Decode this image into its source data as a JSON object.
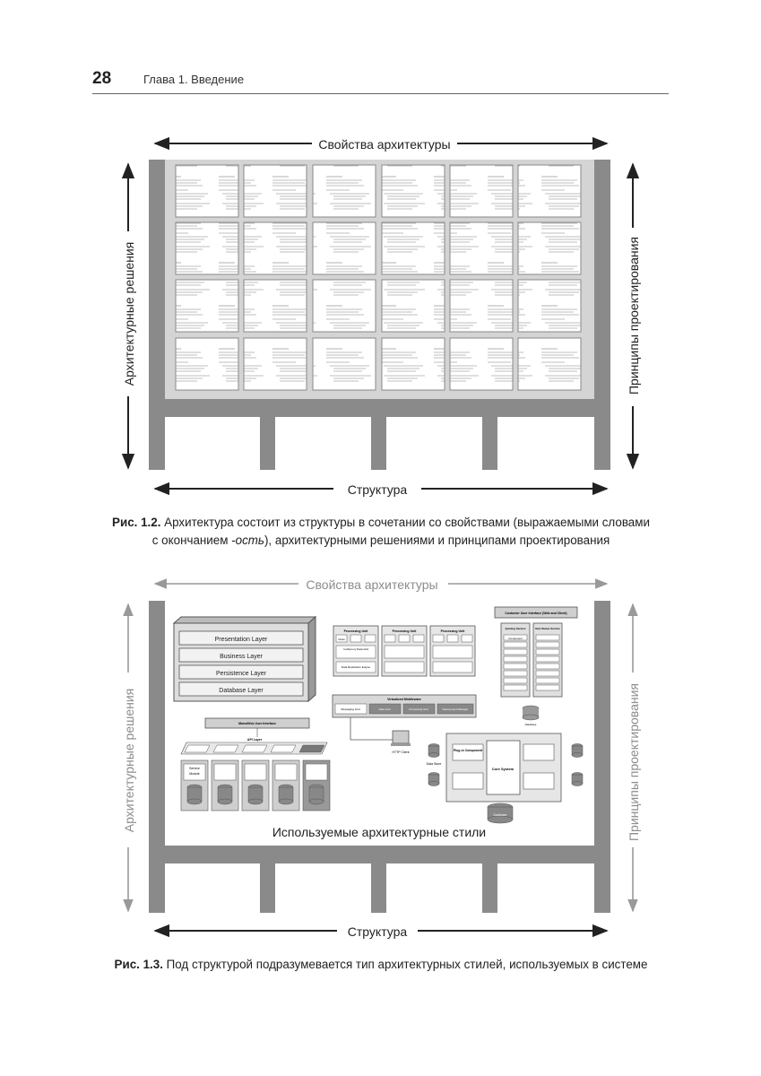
{
  "header": {
    "page_number": "28",
    "chapter_title": "Глава 1. Введение"
  },
  "figure1": {
    "top_label": "Свойства архитектуры",
    "left_label": "Архитектурные решения",
    "right_label": "Принципы проектирования",
    "bottom_label": "Структура",
    "caption_prefix": "Рис. 1.2.",
    "caption_line1": "Архитектура состоит из структуры в сочетании со свойствами (выражаемыми словами",
    "caption_line2_a": "с окончанием ",
    "caption_line2_italic": "-ость",
    "caption_line2_b": "), архитектурными решениями и принципами проектирования"
  },
  "figure2": {
    "top_label": "Свойства архитектуры",
    "left_label": "Архитектурные решения",
    "right_label": "Принципы проектирования",
    "bottom_label": "Структура",
    "center_label": "Используемые архитектурные стили",
    "layers": [
      "Presentation Layer",
      "Business Layer",
      "Persistence Layer",
      "Database Layer"
    ],
    "processing_unit": "Processing Unit",
    "class_label": "Class",
    "in_memory_grid": "In-Memory Data Grid",
    "data_replication_engine": "Data Replication Engine",
    "virtualized_middleware": "Virtualized Middleware",
    "middleware_parts": [
      "Messaging Grid",
      "Data Grid",
      "Processing Grid",
      "Deployment Manager"
    ],
    "http_client": "HTTP Client",
    "customer_ui": "Customer User Interface (Web and Client)",
    "quoting_service": "Quoting Service",
    "item_status_service": "Item Status Service",
    "component": "Component",
    "database": "Database",
    "monolithic_ui": "Monolithic User Interface",
    "api_layer": "API Layer",
    "service": "Service",
    "module": "Module",
    "plugin_component": "Plug-in Component",
    "core_system": "Core System",
    "data_store": "Data Store",
    "caption_prefix": "Рис. 1.3.",
    "caption_text": "Под структурой подразумевается тип архитектурных стилей, используемых в системе"
  },
  "colors": {
    "frame_gray": "#8a8a8a",
    "dark_text": "#222222",
    "faded_text": "#8c8c8c",
    "panel_gray": "#c8c8c8"
  }
}
